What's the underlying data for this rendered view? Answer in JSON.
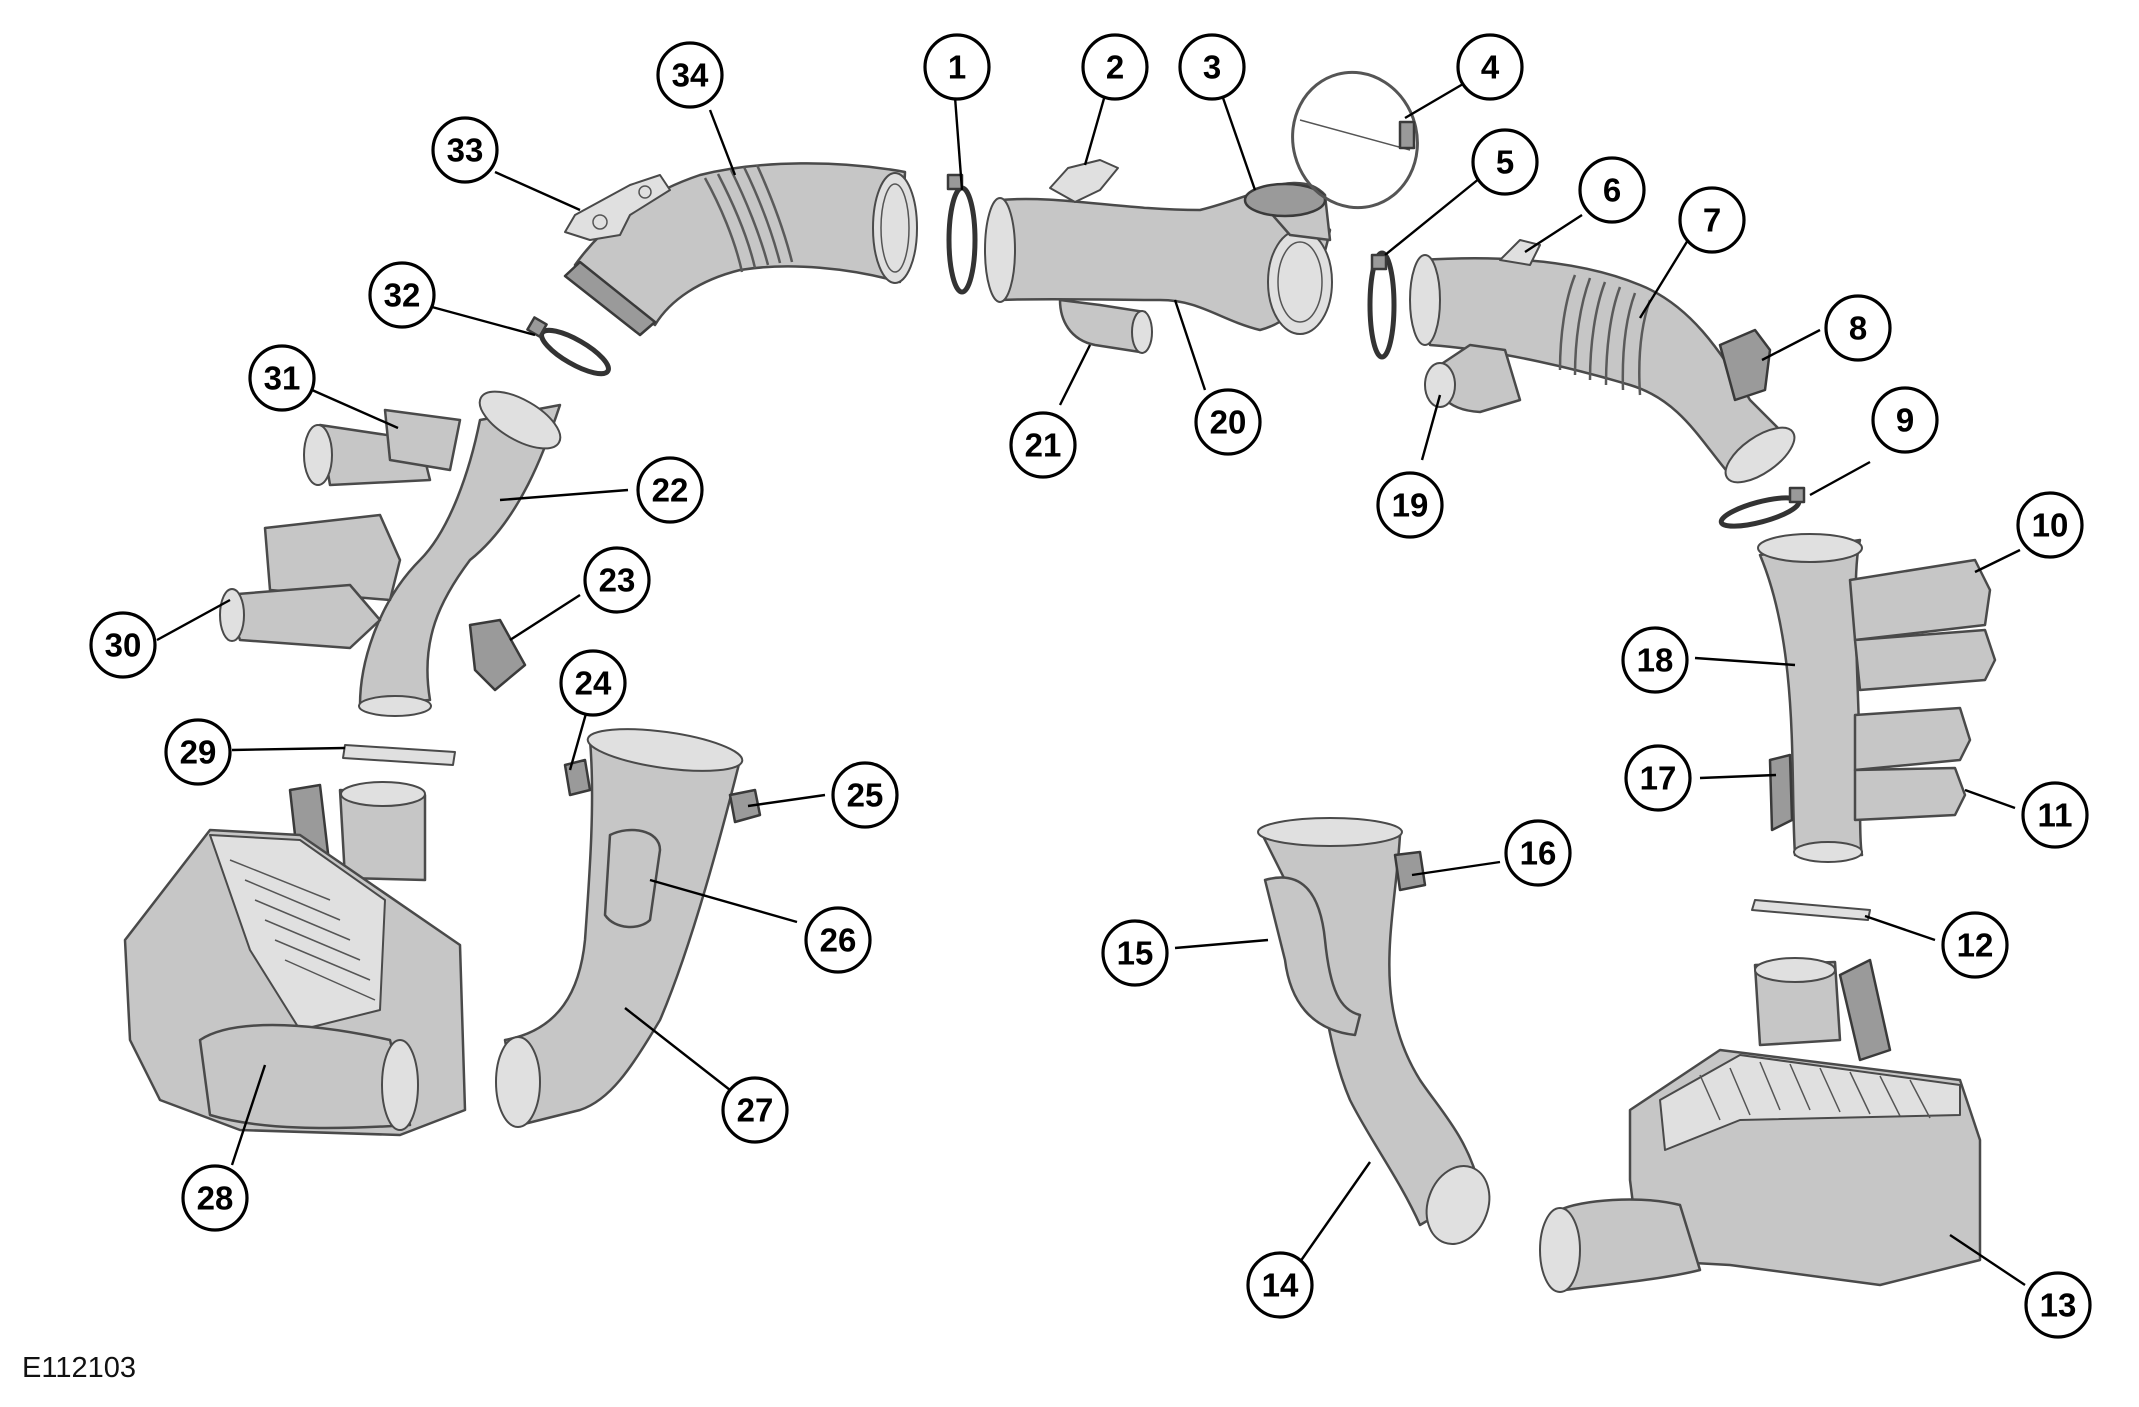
{
  "figure": {
    "reference_code": "E112103",
    "callouts": [
      "1",
      "2",
      "3",
      "4",
      "5",
      "6",
      "7",
      "8",
      "9",
      "10",
      "11",
      "12",
      "13",
      "14",
      "15",
      "16",
      "17",
      "18",
      "19",
      "20",
      "21",
      "22",
      "23",
      "24",
      "25",
      "26",
      "27",
      "28",
      "29",
      "30",
      "31",
      "32",
      "33",
      "34"
    ]
  },
  "colors": {
    "part_fill": "#c6c6c6",
    "part_outline": "#4a4a4a",
    "callout_outline": "#000000",
    "background": "#ffffff"
  }
}
